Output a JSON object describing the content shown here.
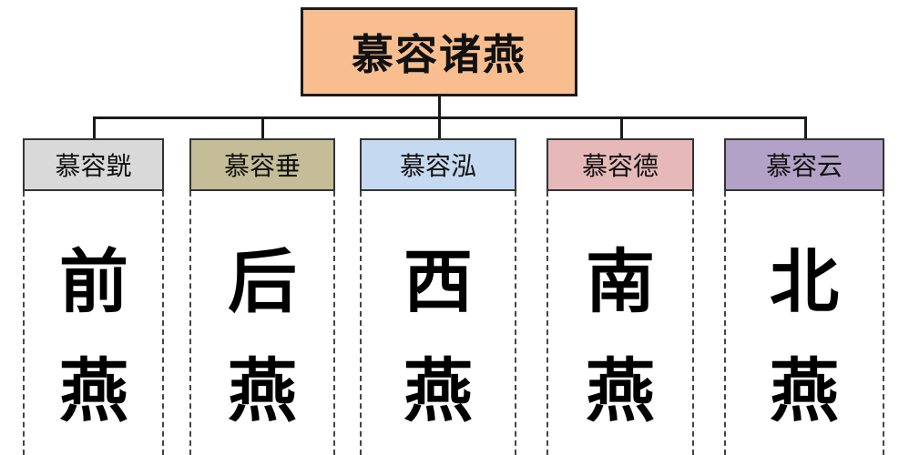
{
  "root": {
    "label": "慕容诸燕",
    "fill": "#F9BE8F"
  },
  "children": [
    {
      "label": "慕容皝",
      "fill": "#D9D9D9",
      "line1": "前",
      "line2": "燕"
    },
    {
      "label": "慕容垂",
      "fill": "#C4BD97",
      "line1": "后",
      "line2": "燕"
    },
    {
      "label": "慕容泓",
      "fill": "#C5D9F1",
      "line1": "西",
      "line2": "燕"
    },
    {
      "label": "慕容德",
      "fill": "#E6B9B8",
      "line1": "南",
      "line2": "燕"
    },
    {
      "label": "慕容云",
      "fill": "#B3A2C7",
      "line1": "北",
      "line2": "燕"
    }
  ]
}
